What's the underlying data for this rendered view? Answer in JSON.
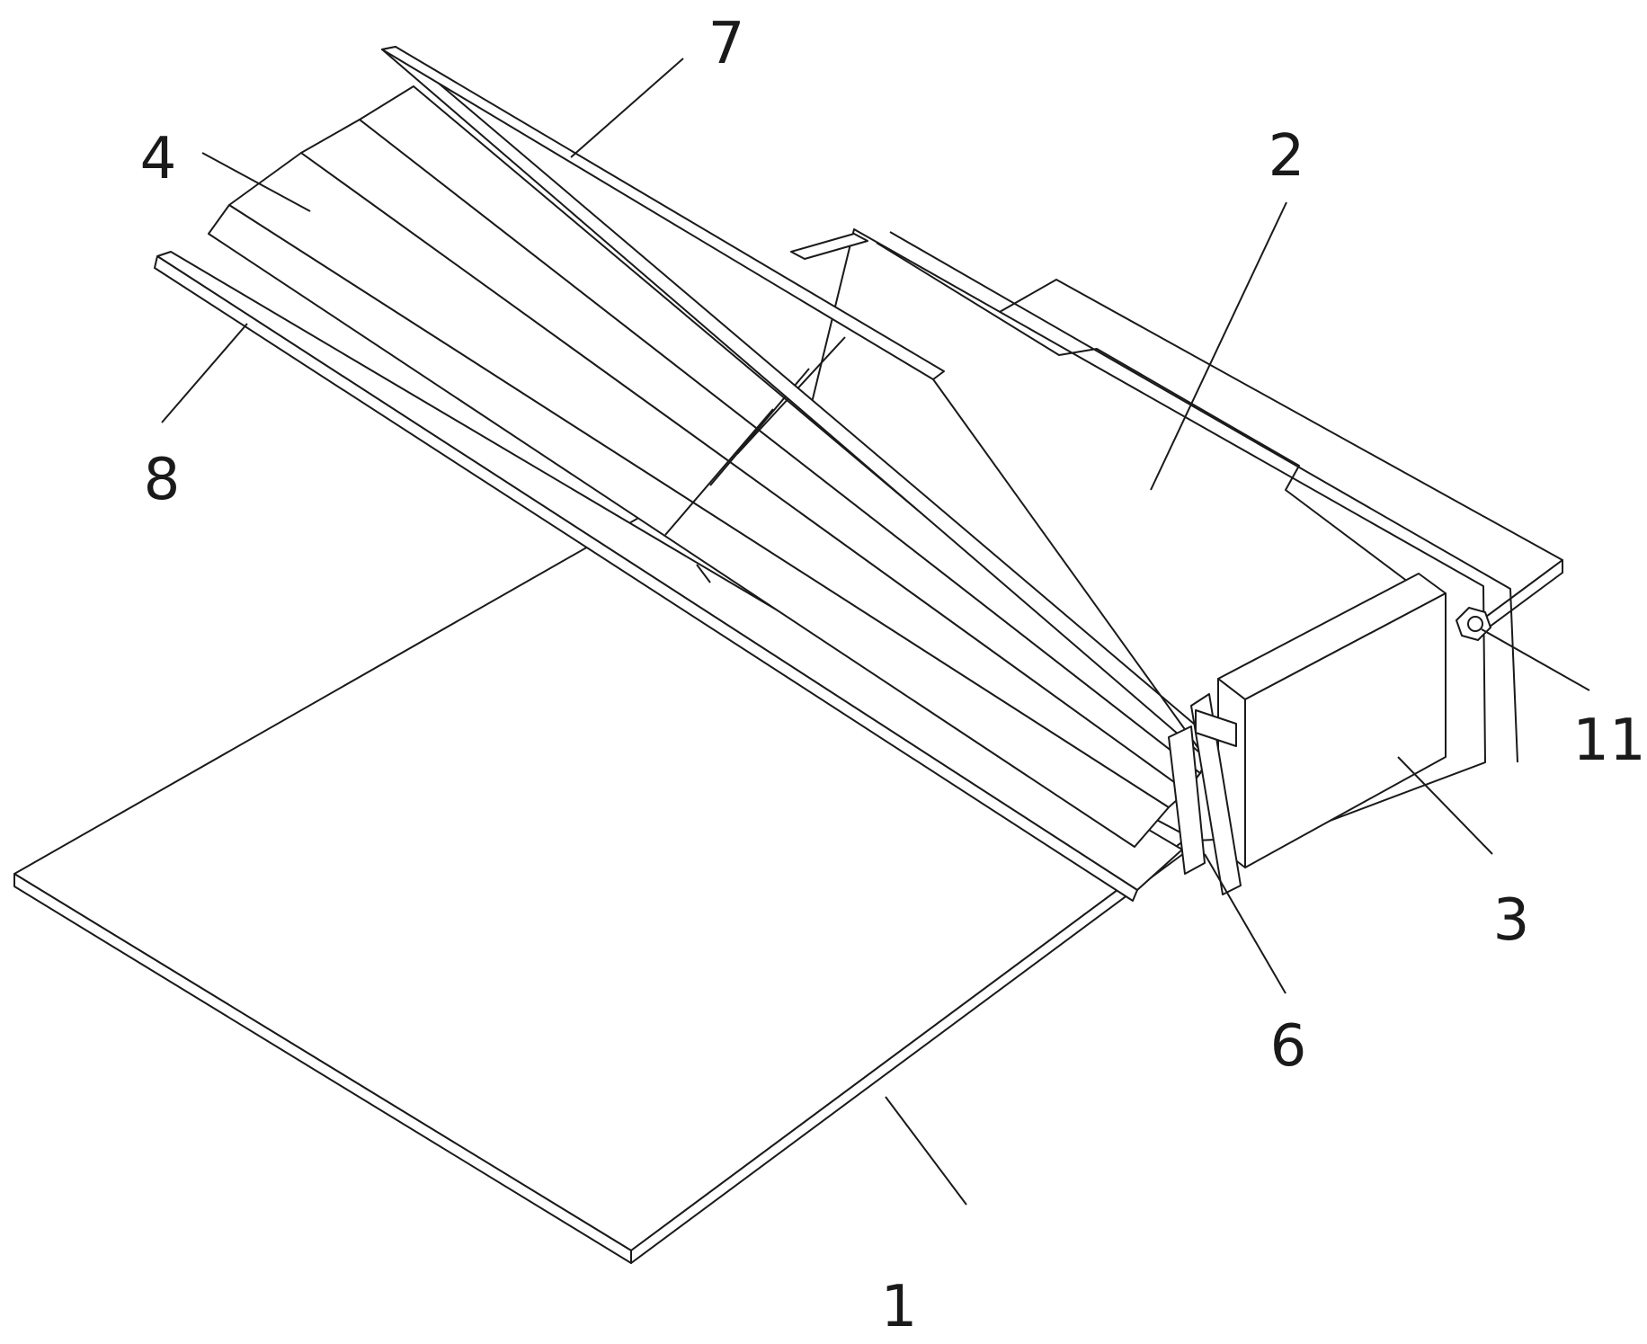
{
  "figure": {
    "callouts": {
      "c1": "1",
      "c2": "2",
      "c3": "3",
      "c4": "4",
      "c6": "6",
      "c7": "7",
      "c8": "8",
      "c11": "11"
    },
    "colors": {
      "stroke": "#1a1a1a",
      "fill": "#ffffff",
      "background": "#ffffff"
    }
  }
}
